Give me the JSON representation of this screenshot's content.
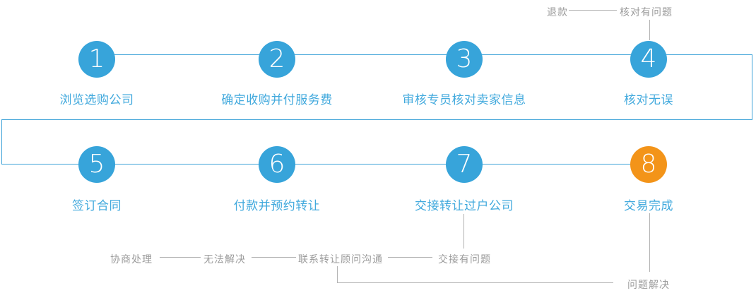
{
  "diagram_title": "company-purchase-process-flow",
  "colors": {
    "step_circle_blue": "#37a4da",
    "final_step_orange": "#f39419",
    "connector_blue": "#3fa3d8",
    "label_blue": "#41a9dd",
    "annotation_gray_text": "#9b9b9b",
    "annotation_gray_line": "#b3b3b3"
  },
  "steps": [
    {
      "number": "1",
      "label": "浏览选购公司"
    },
    {
      "number": "2",
      "label": "确定收购并付服务费"
    },
    {
      "number": "3",
      "label": "审核专员核对卖家信息"
    },
    {
      "number": "4",
      "label": "核对无误"
    },
    {
      "number": "5",
      "label": "签订合同"
    },
    {
      "number": "6",
      "label": "付款并预约转让"
    },
    {
      "number": "7",
      "label": "交接转让过户公司"
    },
    {
      "number": "8",
      "label": "交易完成"
    }
  ],
  "branches": {
    "top": {
      "refund": "退款",
      "verify_issue": "核对有问题"
    },
    "bottom": {
      "negotiate": "协商处理",
      "unresolved": "无法解决",
      "contact_advisor": "联系转让顾问沟通",
      "handover_issue": "交接有问题",
      "problem_solved": "问题解决"
    }
  }
}
